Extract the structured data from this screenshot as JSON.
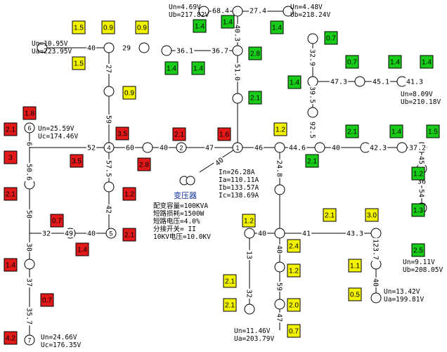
{
  "colors": {
    "red": "#e11919",
    "yellow": "#f3f300",
    "green": "#19cc19",
    "title": "#1030a0"
  },
  "transformer": {
    "title": "变压器",
    "specs": [
      "配变容量=100KVA",
      "短路损耗=1500W",
      "短路电压=4.0%",
      "分接开关= II",
      "10KV电压=10.0KV"
    ],
    "currents": [
      "In=26.28A",
      "Ia=110.11A",
      "Ib=133.57A",
      "Ic=138.69A"
    ]
  },
  "node_labels": [
    "1",
    "2",
    "4",
    "5",
    "6",
    "7"
  ],
  "segment_labels": [
    "68.4",
    "27.4",
    "40.3",
    "36.1",
    "36.7",
    "51.0",
    "40",
    "29",
    "27",
    "59",
    "52",
    "60",
    "40",
    "47",
    "46",
    "44.6",
    "40",
    "42.3",
    "37.2",
    "32.9",
    "47.3",
    "45.1",
    "41.3",
    "39.5",
    "92.5",
    "40",
    "6",
    "50.6",
    "50",
    "32",
    "49",
    "40",
    "57.5",
    "42",
    "30",
    "37",
    "35.7",
    "24.8",
    "40",
    "41",
    "43.3",
    "123.7",
    "40",
    "13",
    "32",
    "40",
    "59",
    "47",
    "45",
    "54",
    "36",
    "41",
    "38.2"
  ],
  "voltage_readings": [
    [
      "Un=4.69V",
      "Ub=217.82V"
    ],
    [
      "Un=4.48V",
      "Ub=218.24V"
    ],
    [
      "Un=10.95V",
      "Ua=223.95V"
    ],
    [
      "Un=8.09V",
      "Ub=210.18V"
    ],
    [
      "Un=25.59V",
      "Uc=174.46V"
    ],
    [
      "Un=24.66V",
      "Uc=176.35V"
    ],
    [
      "Un=9.11V",
      "Ub=208.05V"
    ],
    [
      "Un=13.42V",
      "Ua=199.81V"
    ],
    [
      "Un=11.46V",
      "Ua=203.79V"
    ]
  ],
  "load_boxes": [
    {
      "label": "1.5",
      "phase": "yellow"
    },
    {
      "label": "0.9",
      "phase": "yellow"
    },
    {
      "label": "0.9",
      "phase": "yellow"
    },
    {
      "label": "1.5",
      "phase": "yellow"
    },
    {
      "label": "1.4",
      "phase": "green"
    },
    {
      "label": "1.4",
      "phase": "green"
    },
    {
      "label": "1.4",
      "phase": "green"
    },
    {
      "label": "0.7",
      "phase": "green"
    },
    {
      "label": "1.4",
      "phase": "green"
    },
    {
      "label": "1.4",
      "phase": "green"
    },
    {
      "label": "2.8",
      "phase": "green"
    },
    {
      "label": "0.7",
      "phase": "green"
    },
    {
      "label": "1.4",
      "phase": "green"
    },
    {
      "label": "1.4",
      "phase": "green"
    },
    {
      "label": "0.9",
      "phase": "yellow"
    },
    {
      "label": "1.4",
      "phase": "green"
    },
    {
      "label": "2.1",
      "phase": "green"
    },
    {
      "label": "1.8",
      "phase": "red"
    },
    {
      "label": "2.1",
      "phase": "red"
    },
    {
      "label": "3.5",
      "phase": "red"
    },
    {
      "label": "2.1",
      "phase": "red"
    },
    {
      "label": "1.6",
      "phase": "red"
    },
    {
      "label": "1.2",
      "phase": "yellow"
    },
    {
      "label": "2.1",
      "phase": "green"
    },
    {
      "label": "1.4",
      "phase": "green"
    },
    {
      "label": "1.5",
      "phase": "green"
    },
    {
      "label": "3",
      "phase": "red"
    },
    {
      "label": "3.5",
      "phase": "red"
    },
    {
      "label": "2.8",
      "phase": "red"
    },
    {
      "label": "2.1",
      "phase": "green"
    },
    {
      "label": "1.2",
      "phase": "red"
    },
    {
      "label": "2.1",
      "phase": "red"
    },
    {
      "label": "1.2",
      "phase": "green"
    },
    {
      "label": "0.7",
      "phase": "red"
    },
    {
      "label": "2.1",
      "phase": "red"
    },
    {
      "label": "1.4",
      "phase": "red"
    },
    {
      "label": "1.3",
      "phase": "green"
    },
    {
      "label": "1.2",
      "phase": "yellow"
    },
    {
      "label": "2.1",
      "phase": "yellow"
    },
    {
      "label": "3.0",
      "phase": "yellow"
    },
    {
      "label": "2.4",
      "phase": "yellow"
    },
    {
      "label": "1.4",
      "phase": "red"
    },
    {
      "label": "2.5",
      "phase": "green"
    },
    {
      "label": "1.2",
      "phase": "yellow"
    },
    {
      "label": "1.1",
      "phase": "yellow"
    },
    {
      "label": "0.7",
      "phase": "red"
    },
    {
      "label": "2.1",
      "phase": "yellow"
    },
    {
      "label": "0.5",
      "phase": "yellow"
    },
    {
      "label": "2.1",
      "phase": "yellow"
    },
    {
      "label": "2.0",
      "phase": "yellow"
    },
    {
      "label": "4.2",
      "phase": "red"
    },
    {
      "label": "0.7",
      "phase": "yellow"
    }
  ]
}
